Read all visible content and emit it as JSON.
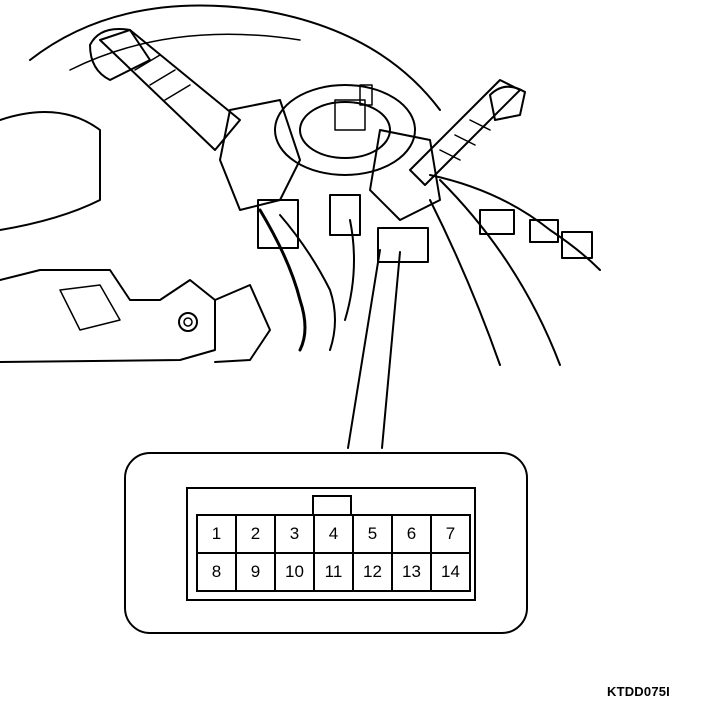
{
  "connector": {
    "pins_row1": [
      "1",
      "2",
      "3",
      "4",
      "5",
      "6",
      "7"
    ],
    "pins_row2": [
      "8",
      "9",
      "10",
      "11",
      "12",
      "13",
      "14"
    ]
  },
  "figure_code": "KTDD075I",
  "colors": {
    "line": "#000000",
    "background": "#ffffff"
  }
}
